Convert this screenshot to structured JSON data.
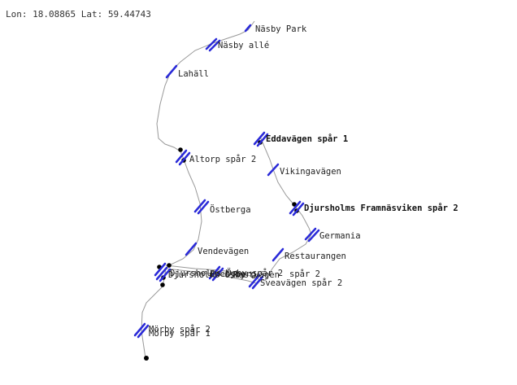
{
  "coordinates": {
    "lon_label": "Lon:",
    "lon": "18.08865",
    "lat_label": "Lat:",
    "lat": "59.44743"
  },
  "colors": {
    "track": "#999999",
    "stop_marker": "#2a2ad8",
    "node": "#000000",
    "label": "#222222"
  },
  "stations": [
    {
      "id": "nasby-park",
      "label": "Näsby Park"
    },
    {
      "id": "nasby-alle",
      "label": "Näsby allé"
    },
    {
      "id": "lahall",
      "label": "Lahäll"
    },
    {
      "id": "altorp",
      "label": "Altorp spår 2"
    },
    {
      "id": "ostberga",
      "label": "Östberga"
    },
    {
      "id": "vendevagen",
      "label": "Vendevägen"
    },
    {
      "id": "djursholms-osby",
      "label": "Djursholms Ösby"
    },
    {
      "id": "djursholms-osby-2",
      "label": "Djursholms Ösby spår 2"
    },
    {
      "id": "enebyberg",
      "label": "Enebyberg"
    },
    {
      "id": "rostvagen",
      "label": "Rostvägen"
    },
    {
      "id": "sveavagen",
      "label": "Sveavägen spår 2"
    },
    {
      "id": "restaurangen",
      "label": "Restaurangen"
    },
    {
      "id": "restaurangen-2",
      "label": "spår 2"
    },
    {
      "id": "morby-2",
      "label": "Mörby spår 2"
    },
    {
      "id": "morby-1",
      "label": "Mörby spår 1"
    },
    {
      "id": "eddavagen",
      "label": "Eddavägen spår 1"
    },
    {
      "id": "vikingavagen",
      "label": "Vikingavägen"
    },
    {
      "id": "framnasviken",
      "label": "Djursholms Framnäsviken spår 2"
    },
    {
      "id": "germania",
      "label": "Germania"
    }
  ]
}
